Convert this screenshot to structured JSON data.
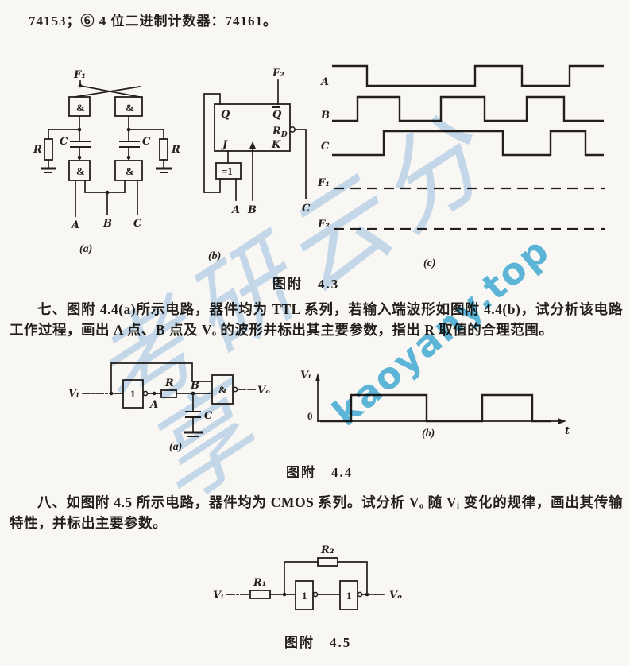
{
  "page": {
    "header": "74153；⑥ 4 位二进制计数器：74161。"
  },
  "watermark": {
    "site": "kaoyany.top",
    "calligraphy": "考研云分享"
  },
  "colors": {
    "ink": "#241f1a",
    "paper": "#f8f7f4",
    "site_wm": "#36a9d8",
    "brush_wm": "#a9c9ec"
  },
  "problems": {
    "seven": "七、图附 4.4(a)所示电路，器件均为 TTL 系列，若输入端波形如图附 4.4(b)，试分析该电路工作过程，画出 A 点、B 点及 Vₒ 的波形并标出其主要参数，指出 R 取值的合理范围。",
    "eight": "八、如图附 4.5 所示电路，器件均为 CMOS 系列。试分析 Vₒ 随 Vᵢ 变化的规律，画出其传输特性，并标出主要参数。"
  },
  "fig43": {
    "caption": "图附　4.3",
    "label_a": "(a)",
    "label_b": "(b)",
    "label_c": "(c)",
    "a": {
      "f1": "F₁",
      "gate": "&",
      "r": "R",
      "c": "C",
      "in_a": "A",
      "in_b": "B",
      "in_c": "C"
    },
    "b": {
      "f2": "F₂",
      "q": "Q",
      "qbar": "Q",
      "rd": "R",
      "rd_sub": "D",
      "j": "J",
      "k": "K",
      "xor": "=1",
      "in_a": "A",
      "in_b": "B",
      "in_c": "C"
    },
    "c": {
      "labels": [
        "A",
        "B",
        "C",
        "F₁",
        "F₂"
      ],
      "wave_a": "20,25 64,25 64,50 200,50 200,25 259,25 259,50 319,50 319,25 362,25",
      "wave_b": "20,94 52,94 52,64 105,64 105,94 157,94 157,64 212,64 212,94 265,94 265,64 312,64 312,94 362,94",
      "wave_c": "20,137 85,137 85,107 235,107 235,137 295,137 295,107 339,107 339,137 362,137",
      "wave_f1": "22,179 364,179",
      "wave_f2": "22,230 364,230"
    }
  },
  "fig44": {
    "caption": "图附　4.4",
    "label_a": "(a)",
    "label_b": "(b)",
    "a": {
      "vi": "Vᵢ",
      "inv": "1",
      "and": "&",
      "pa": "A",
      "pb": "B",
      "r": "R",
      "c": "C",
      "vo": "Vₒ"
    },
    "b": {
      "vi": "Vᵢ",
      "zero": "0",
      "t": "t",
      "pulse": "35,77 74,77 74,44 169,44 169,77 239,77 239,44 302,44 302,77 325,77"
    }
  },
  "fig45": {
    "caption": "图附　4.5",
    "vi": "Vᵢ",
    "vo": "Vₒ",
    "r1": "R₁",
    "r2": "R₂",
    "inv": "1"
  }
}
